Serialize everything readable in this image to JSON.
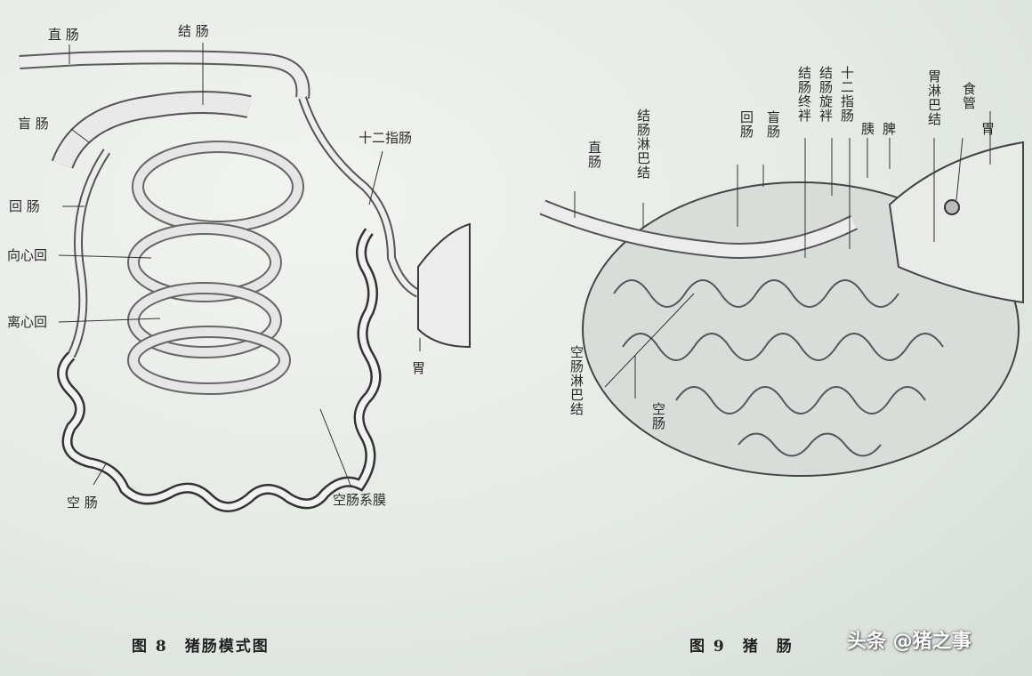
{
  "figure8": {
    "caption": "图 8　猪肠模式图",
    "labels": {
      "rectum": "直 肠",
      "colon": "结 肠",
      "cecum": "盲 肠",
      "duodenum": "十二指肠",
      "ileum": "回 肠",
      "centripetal_loop": "向心回",
      "centrifugal_loop": "离心回",
      "jejunum": "空 肠",
      "jejunal_mesentery": "空肠系膜",
      "stomach": "胃"
    }
  },
  "figure9": {
    "caption": "图 9　猪　肠",
    "labels": {
      "rectum": "直肠",
      "colonic_lymph_node": "结肠淋巴结",
      "ileum": "回肠",
      "cecum": "盲肠",
      "terminal_colon_loop": "结肠终袢",
      "colon_spiral_loop": "结肠旋袢",
      "duodenum": "十二指肠",
      "pancreas": "胰",
      "spleen": "脾",
      "gastric_lymph_node": "胃淋巴结",
      "esophagus": "食管",
      "stomach": "胃",
      "jejunal_lymph_node": "空肠淋巴结",
      "jejunum": "空肠"
    }
  },
  "watermark": "头条 @猪之事"
}
